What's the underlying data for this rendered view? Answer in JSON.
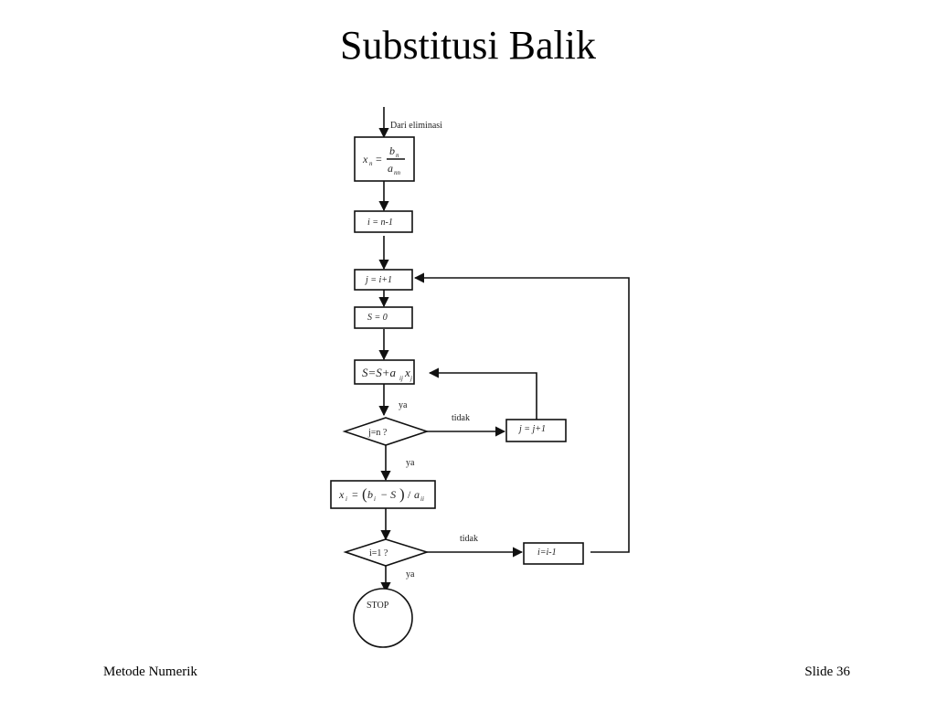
{
  "slide": {
    "title": "Substitusi Balik",
    "footer_left": "Metode Numerik",
    "footer_right": "Slide 36"
  },
  "flowchart": {
    "entry_label": "Dari eliminasi",
    "box_xn": {
      "lhs": "x",
      "lhs_sub": "n",
      "eq": "=",
      "num": "b",
      "num_sub": "n",
      "den": "a",
      "den_sub": "nn"
    },
    "box_i_init": "i = n-1",
    "box_j_init": "j = i+1",
    "box_s_init": "S = 0",
    "box_sum": {
      "main": "S=S+a",
      "sub1": "ij",
      "x": "x",
      "sub2": "j"
    },
    "decision_j": "j=n  ?",
    "box_j_inc": "j = j+1",
    "box_xi": {
      "x": "x",
      "x_sub": "i",
      "eq": "=",
      "open": "(",
      "b": "b",
      "b_sub": "i",
      "minus": "− S",
      "close": ")",
      "div": "/",
      "a": "a",
      "a_sub": "ii"
    },
    "decision_i": "i=1  ?",
    "box_i_dec": "i=i-1",
    "terminal_stop": "STOP",
    "label_yes_1": "ya",
    "label_yes_2": "ya",
    "label_yes_3": "ya",
    "label_no_1": "tidak",
    "label_no_2": "tidak"
  }
}
